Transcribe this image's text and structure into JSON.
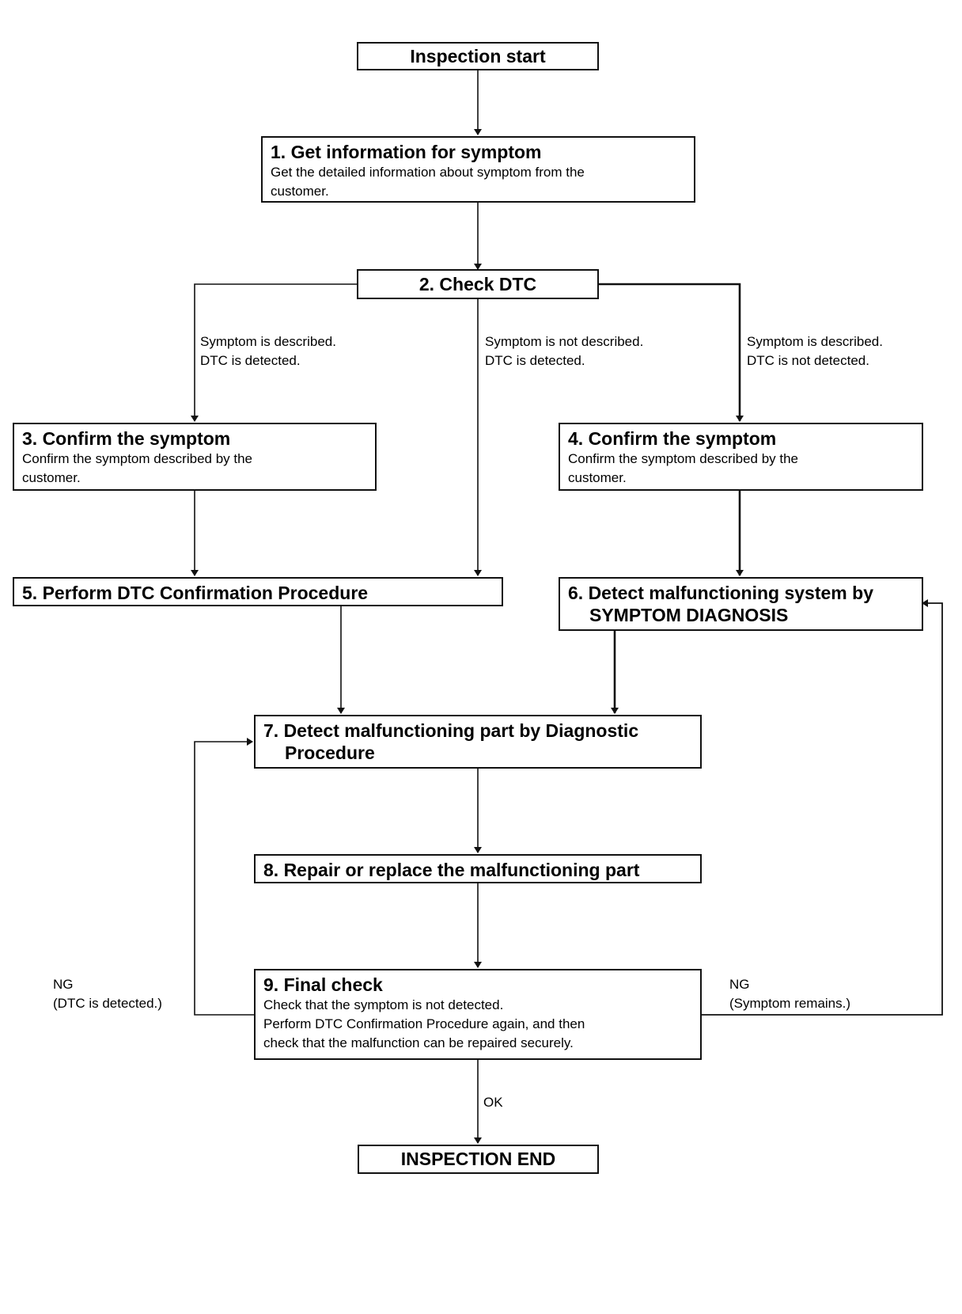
{
  "nodes": {
    "start": {
      "title": "Inspection start"
    },
    "step1": {
      "title": "1. Get information for symptom",
      "lines": [
        "Get the detailed information about symptom from the",
        "customer."
      ]
    },
    "step2": {
      "title": "2. Check DTC"
    },
    "step3": {
      "title": "3. Confirm the symptom",
      "lines": [
        "Confirm the symptom described by the",
        "customer."
      ]
    },
    "step4": {
      "title": "4. Confirm the symptom",
      "lines": [
        "Confirm the symptom described by the",
        "customer."
      ]
    },
    "step5": {
      "title": "5. Perform DTC Confirmation Procedure"
    },
    "step6": {
      "title_line1": "6. Detect malfunctioning system by",
      "title_line2": "SYMPTOM DIAGNOSIS"
    },
    "step7": {
      "title_line1": "7. Detect malfunctioning part by Diagnostic",
      "title_line2": "Procedure"
    },
    "step8": {
      "title": "8. Repair or replace the malfunctioning part"
    },
    "step9": {
      "title": "9. Final check",
      "lines": [
        "Check that the symptom is not detected.",
        "Perform DTC Confirmation Procedure again, and then",
        "check that the malfunction can be repaired securely."
      ]
    },
    "end": {
      "title": "INSPECTION END"
    }
  },
  "edge_labels": {
    "left_branch": [
      "Symptom is described.",
      "DTC is detected."
    ],
    "middle_branch": [
      "Symptom is not described.",
      "DTC is detected."
    ],
    "right_branch": [
      "Symptom is described.",
      "DTC is not detected."
    ],
    "ng_left": [
      "NG",
      "(DTC is detected.)"
    ],
    "ng_right": [
      "NG",
      "(Symptom remains.)"
    ],
    "ok": "OK"
  }
}
